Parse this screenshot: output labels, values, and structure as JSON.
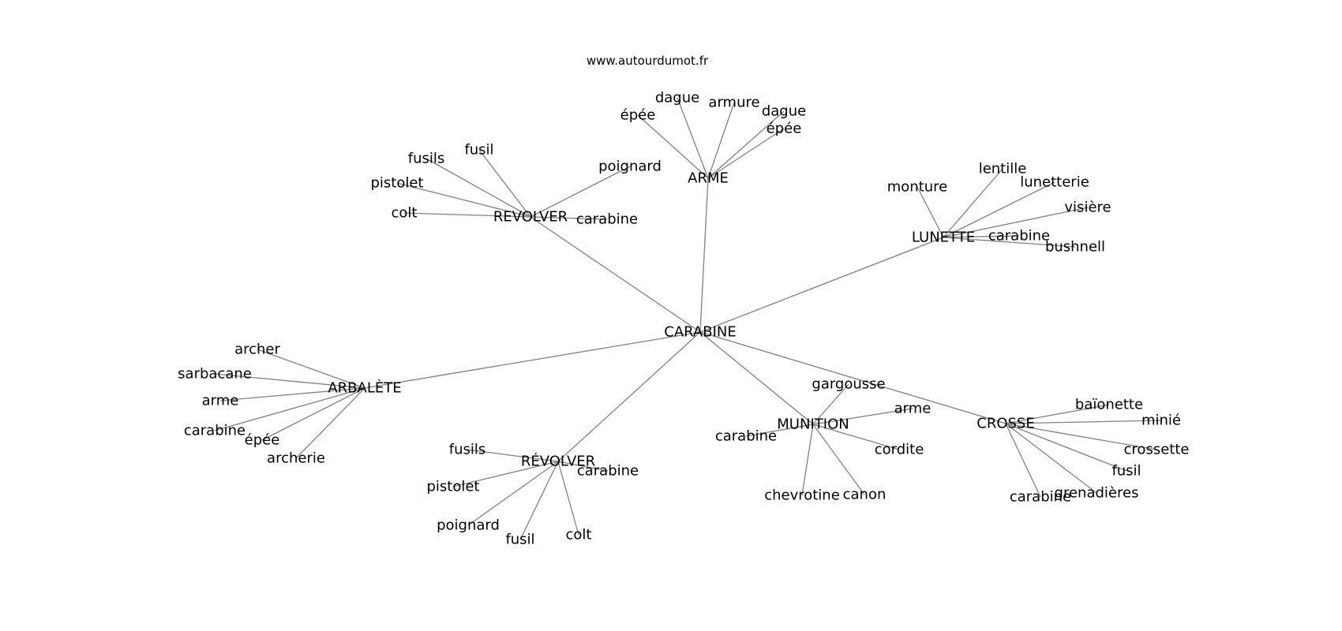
{
  "credit": "www.autourdumot.fr",
  "center": {
    "id": "carabine",
    "label": "CARABINE"
  },
  "clusters": [
    {
      "id": "arme",
      "label": "ARME",
      "leaves": [
        "épée",
        "dague",
        "armure",
        "dague",
        "épée"
      ]
    },
    {
      "id": "revolver-top",
      "label": "REVOLVER",
      "leaves": [
        "fusils",
        "fusil",
        "poignard",
        "pistolet",
        "colt",
        "carabine"
      ]
    },
    {
      "id": "lunette",
      "label": "LUNETTE",
      "leaves": [
        "monture",
        "lentille",
        "lunetterie",
        "visière",
        "carabine",
        "bushnell"
      ]
    },
    {
      "id": "arbalete",
      "label": "ARBALÈTE",
      "leaves": [
        "archer",
        "sarbacane",
        "arme",
        "carabine",
        "épée",
        "archerie"
      ]
    },
    {
      "id": "revolver-bottom",
      "label": "RÉVOLVER",
      "leaves": [
        "fusils",
        "pistolet",
        "carabine",
        "poignard",
        "fusil",
        "colt"
      ]
    },
    {
      "id": "munition",
      "label": "MUNITION",
      "leaves": [
        "gargousse",
        "arme",
        "carabine",
        "cordite",
        "chevrotine",
        "canon"
      ]
    },
    {
      "id": "crosse",
      "label": "CROSSE",
      "leaves": [
        "baïonette",
        "minié",
        "crossette",
        "fusil",
        "grenadières",
        "carabine"
      ]
    }
  ]
}
